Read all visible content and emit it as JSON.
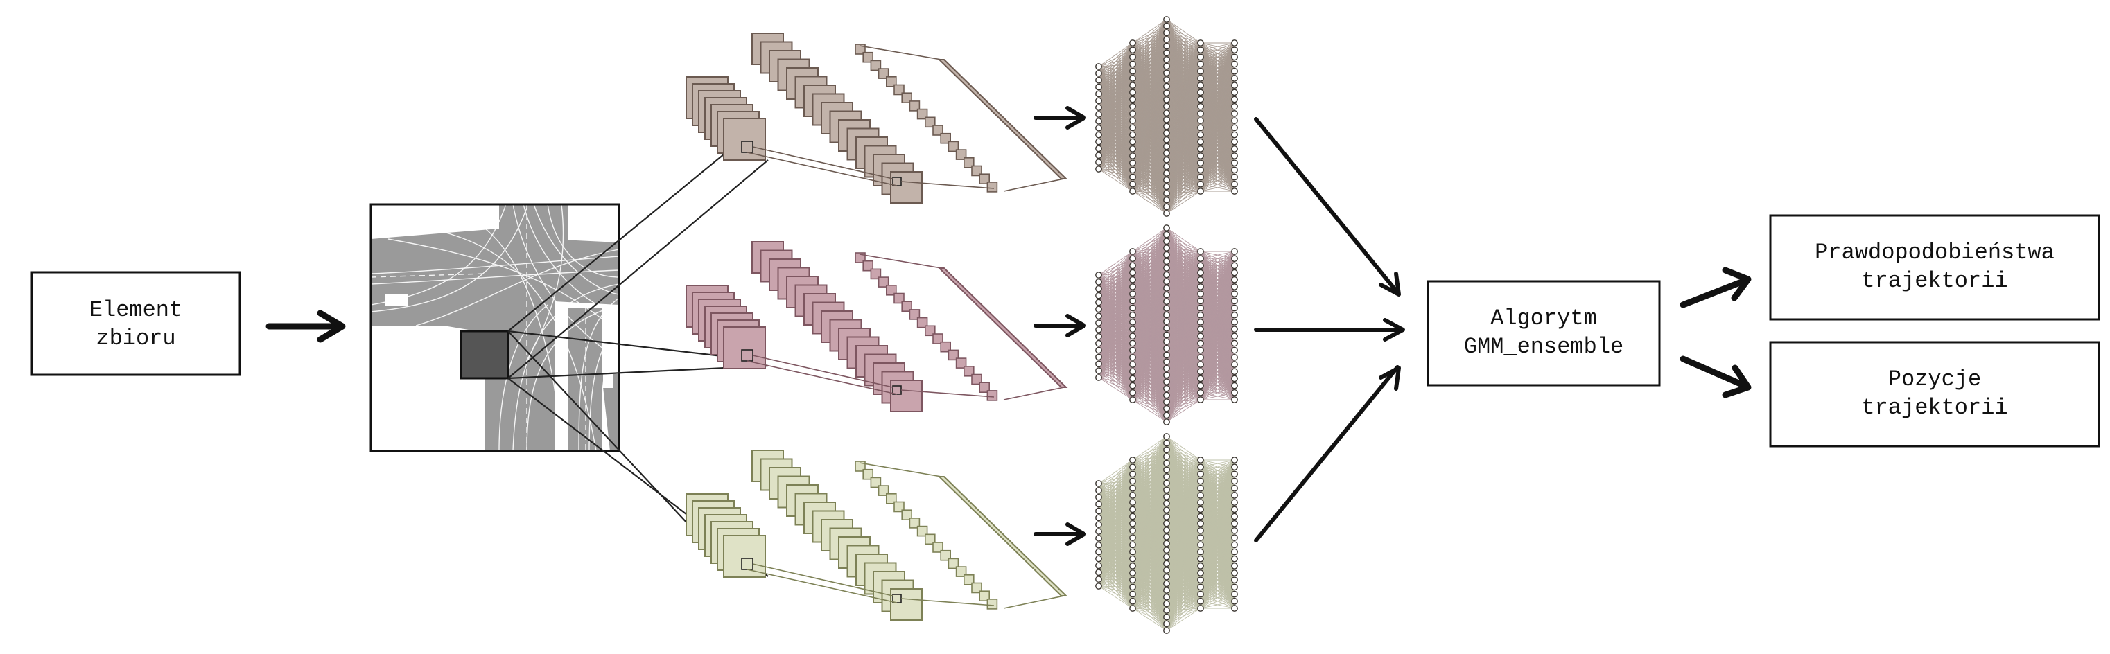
{
  "input_box": {
    "line1": "Element",
    "line2": "zbioru"
  },
  "algorithm_box": {
    "line1": "Algorytm",
    "line2": "GMM_ensemble"
  },
  "output_probabilities": {
    "line1": "Prawdopodobieństwa",
    "line2": "trajektorii"
  },
  "output_positions": {
    "line1": "Pozycje",
    "line2": "trajektorii"
  },
  "branches": [
    {
      "name": "branch-1",
      "fill": "#c2b3aa",
      "stroke": "#6b5a51",
      "net": "#8a7a6e"
    },
    {
      "name": "branch-2",
      "fill": "#c9a4ad",
      "stroke": "#7d5660",
      "net": "#9a7680"
    },
    {
      "name": "branch-3",
      "fill": "#dfe2c6",
      "stroke": "#7d8156",
      "net": "#a9ab8c"
    }
  ],
  "colors": {
    "line": "#111111",
    "road": "#9a9a9a",
    "crop": "#555555"
  }
}
